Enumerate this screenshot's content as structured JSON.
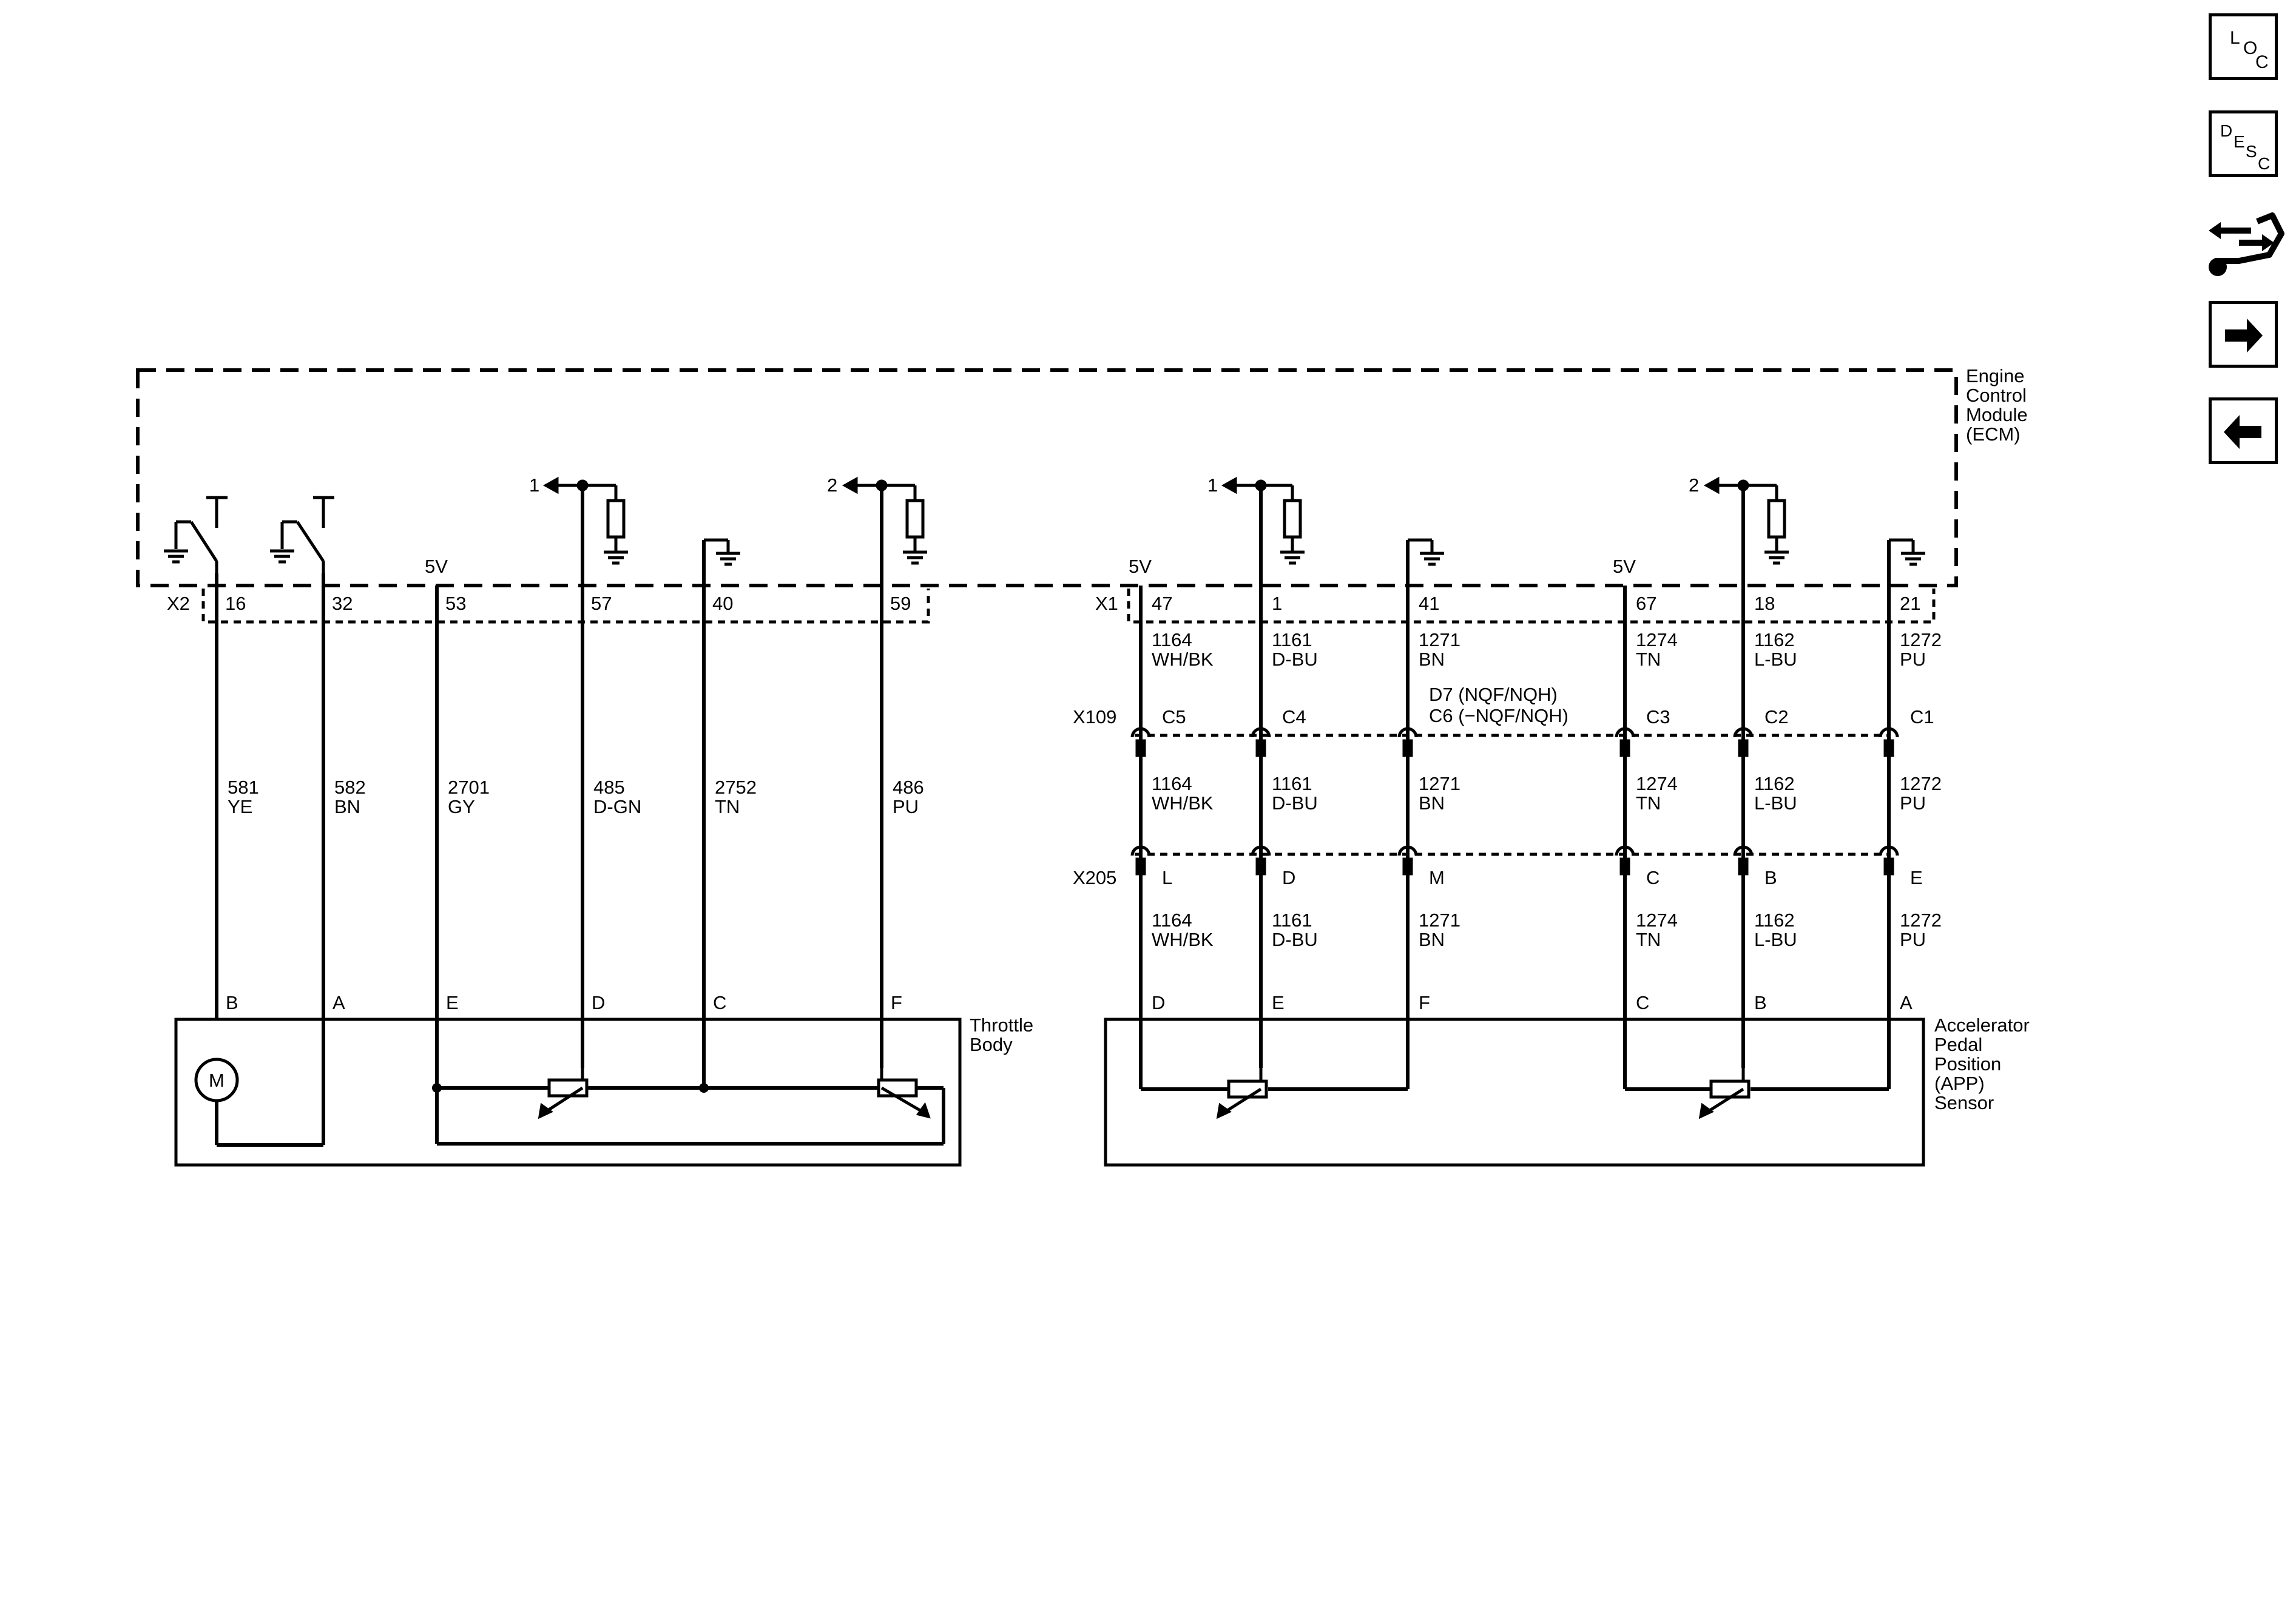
{
  "nav": {
    "loc": [
      "L",
      "O",
      "C"
    ],
    "desc": [
      "D",
      "E",
      "S",
      "C"
    ]
  },
  "ecm": {
    "title": [
      "Engine",
      "Control",
      "Module",
      "(ECM)"
    ],
    "x2": "X2",
    "x1": "X1",
    "five_v": "5V",
    "ref1": "1",
    "ref2": "2"
  },
  "throttle": {
    "title": [
      "Throttle",
      "Body"
    ],
    "columns": [
      {
        "pin": "16",
        "circuit": "581",
        "color": "YE",
        "term": "B"
      },
      {
        "pin": "32",
        "circuit": "582",
        "color": "BN",
        "term": "A"
      },
      {
        "pin": "53",
        "circuit": "2701",
        "color": "GY",
        "term": "E"
      },
      {
        "pin": "57",
        "circuit": "485",
        "color": "D-GN",
        "term": "D"
      },
      {
        "pin": "40",
        "circuit": "2752",
        "color": "TN",
        "term": "C"
      },
      {
        "pin": "59",
        "circuit": "486",
        "color": "PU",
        "term": "F"
      }
    ],
    "motor": "M"
  },
  "app": {
    "title": [
      "Accelerator",
      "Pedal",
      "Position",
      "(APP)",
      "Sensor"
    ],
    "x109": "X109",
    "x205": "X205",
    "d7_note": [
      "D7 (NQF/NQH)",
      "C6 (−NQF/NQH)"
    ],
    "columns": [
      {
        "pin": "47",
        "circuit": "1164",
        "color": "WH/BK",
        "x109": "C5",
        "x205": "L",
        "term": "D"
      },
      {
        "pin": "1",
        "circuit": "1161",
        "color": "D-BU",
        "x109": "C4",
        "x205": "D",
        "term": "E"
      },
      {
        "pin": "41",
        "circuit": "1271",
        "color": "BN",
        "x109": "",
        "x205": "M",
        "term": "F"
      },
      {
        "pin": "67",
        "circuit": "1274",
        "color": "TN",
        "x109": "C3",
        "x205": "C",
        "term": "C"
      },
      {
        "pin": "18",
        "circuit": "1162",
        "color": "L-BU",
        "x109": "C2",
        "x205": "B",
        "term": "B"
      },
      {
        "pin": "21",
        "circuit": "1272",
        "color": "PU",
        "x109": "C1",
        "x205": "E",
        "term": "A"
      }
    ]
  }
}
